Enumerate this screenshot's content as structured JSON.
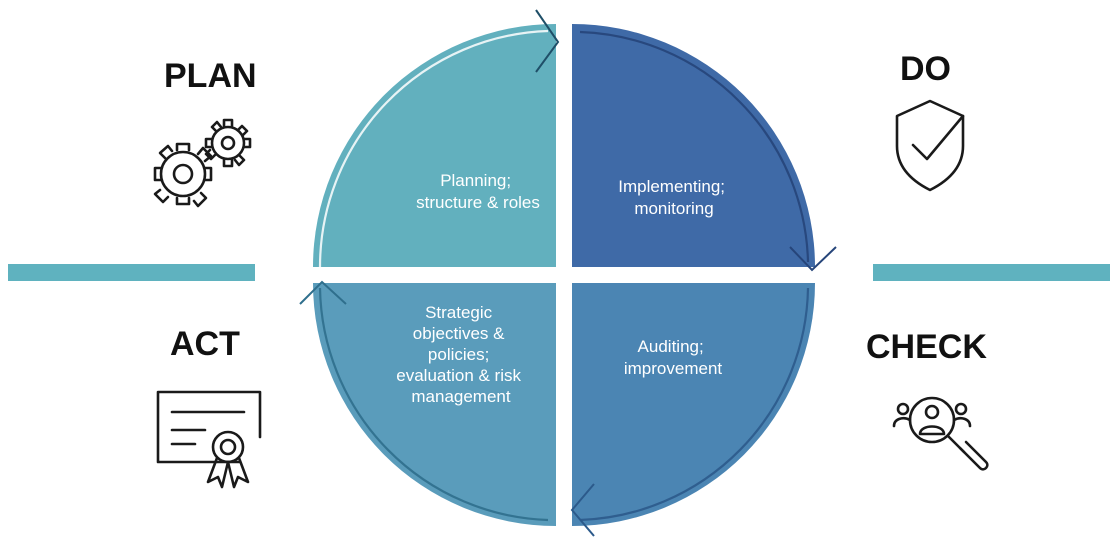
{
  "phases": {
    "plan": {
      "label": "PLAN",
      "icon": "gears-icon"
    },
    "do": {
      "label": "DO",
      "icon": "shield-check-icon"
    },
    "check": {
      "label": "CHECK",
      "icon": "people-magnifier-icon"
    },
    "act": {
      "label": "ACT",
      "icon": "certificate-icon"
    }
  },
  "quadrants": {
    "top_left": {
      "lines": [
        "Planning;",
        "structure & roles"
      ],
      "color": "#62b0be"
    },
    "top_right": {
      "lines": [
        "Implementing;",
        "monitoring"
      ],
      "color": "#3f6aa7"
    },
    "bottom_right": {
      "lines": [
        "Auditing;",
        "improvement"
      ],
      "color": "#4b85b3"
    },
    "bottom_left": {
      "lines": [
        "Strategic",
        "objectives &",
        "policies;",
        "evaluation & risk",
        "management"
      ],
      "color": "#5a9cbb"
    }
  },
  "colors": {
    "divider": "#5fb2bf",
    "label": "#111111",
    "icon": "#1a1a1a"
  }
}
